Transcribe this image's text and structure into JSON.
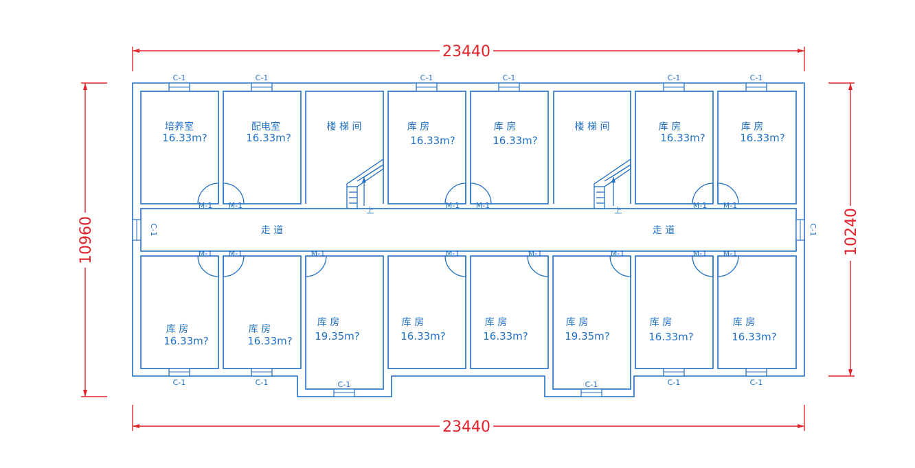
{
  "dimensions": {
    "top": "23440",
    "bottom": "23440",
    "left": "10960",
    "right": "10240"
  },
  "window_label": "C-1",
  "door_label": "M-1",
  "corridor_label": "走 道",
  "stair_up_label": "上",
  "rooms_top": [
    {
      "name": "培养室",
      "area": "16.33m?"
    },
    {
      "name": "配电室",
      "area": "16.33m?"
    },
    {
      "name": "楼 梯 间",
      "area": ""
    },
    {
      "name": "库 房",
      "area": "16.33m?"
    },
    {
      "name": "库 房",
      "area": "16.33m?"
    },
    {
      "name": "楼 梯 间",
      "area": ""
    },
    {
      "name": "库 房",
      "area": "16.33m?"
    },
    {
      "name": "库 房",
      "area": "16.33m?"
    }
  ],
  "rooms_bottom": [
    {
      "name": "库 房",
      "area": "16.33m?"
    },
    {
      "name": "库 房",
      "area": "16.33m?"
    },
    {
      "name": "库 房",
      "area": "19.35m?"
    },
    {
      "name": "库 房",
      "area": "16.33m?"
    },
    {
      "name": "库 房",
      "area": "16.33m?"
    },
    {
      "name": "库 房",
      "area": "19.35m?"
    },
    {
      "name": "库 房",
      "area": "16.33m?"
    },
    {
      "name": "库 房",
      "area": "16.33m?"
    }
  ],
  "colors": {
    "walls": "#1f6fc4",
    "dimensions": "#e2222a"
  }
}
